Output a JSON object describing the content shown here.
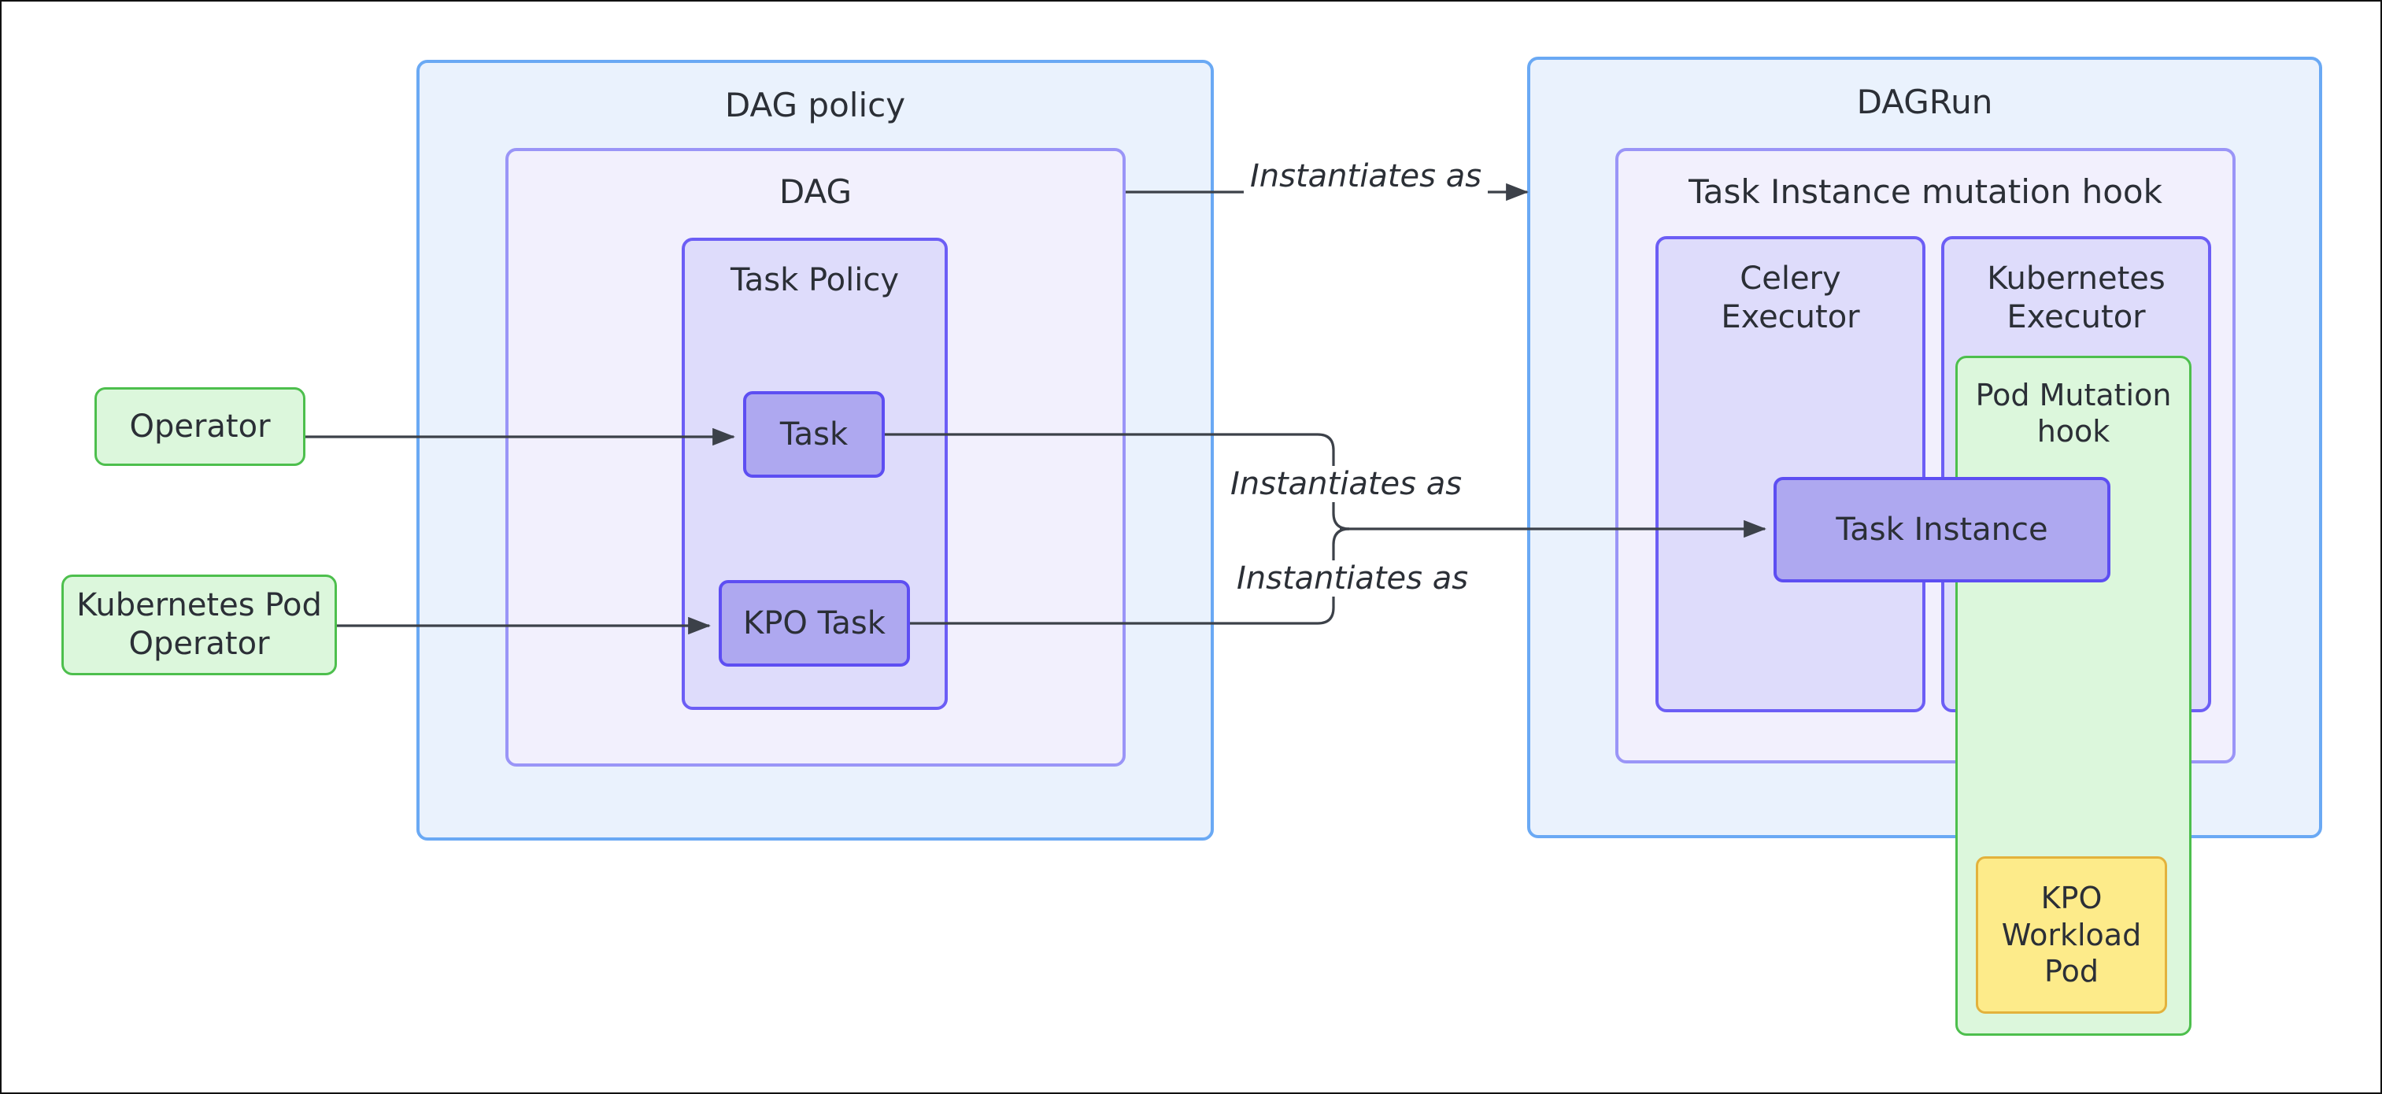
{
  "diagram": {
    "title": "Airflow cluster policy / mutation hook flow",
    "background": "#ffffff",
    "border_color": "#111111"
  },
  "palette": {
    "outer_fill": "#eaf2fd",
    "outer_stroke": "#6aa9f4",
    "mid_fill": "#f2f0fd",
    "mid_stroke": "#9a95f7",
    "inner_fill": "#dedcfb",
    "inner_stroke": "#6c5ef5",
    "node_fill": "#aea8f0",
    "node_stroke": "#5d4ef2",
    "green_fill": "#dcf7dc",
    "green_stroke": "#4dbf4d",
    "yellow_fill": "#fdeb8a",
    "yellow_stroke": "#e3b23c",
    "wire": "#3c4149",
    "text": "#2b2f36"
  },
  "nodes": {
    "operator": {
      "label": "Operator"
    },
    "kpo_operator": {
      "label": "Kubernetes Pod\nOperator"
    },
    "dag_policy": {
      "label": "DAG policy"
    },
    "dag": {
      "label": "DAG"
    },
    "task_policy": {
      "label": "Task Policy"
    },
    "task": {
      "label": "Task"
    },
    "kpo_task": {
      "label": "KPO Task"
    },
    "dagrun": {
      "label": "DAGRun"
    },
    "ti_mutation_hook": {
      "label": "Task Instance mutation hook"
    },
    "celery_executor": {
      "label": "Celery\nExecutor"
    },
    "kubernetes_executor": {
      "label": "Kubernetes\nExecutor"
    },
    "pod_mutation_hook": {
      "label": "Pod Mutation\nhook"
    },
    "task_instance": {
      "label": "Task Instance"
    },
    "kpo_workload_pod": {
      "label": "KPO\nWorkload\nPod"
    }
  },
  "edges": [
    {
      "id": "operator-to-task",
      "label": ""
    },
    {
      "id": "kpo-operator-to-kpo-task",
      "label": ""
    },
    {
      "id": "dag-to-dagrun",
      "label": "Instantiates as"
    },
    {
      "id": "task-to-task-instance",
      "label": "Instantiates as"
    },
    {
      "id": "kpo-task-to-task-instance",
      "label": "Instantiates as"
    }
  ]
}
